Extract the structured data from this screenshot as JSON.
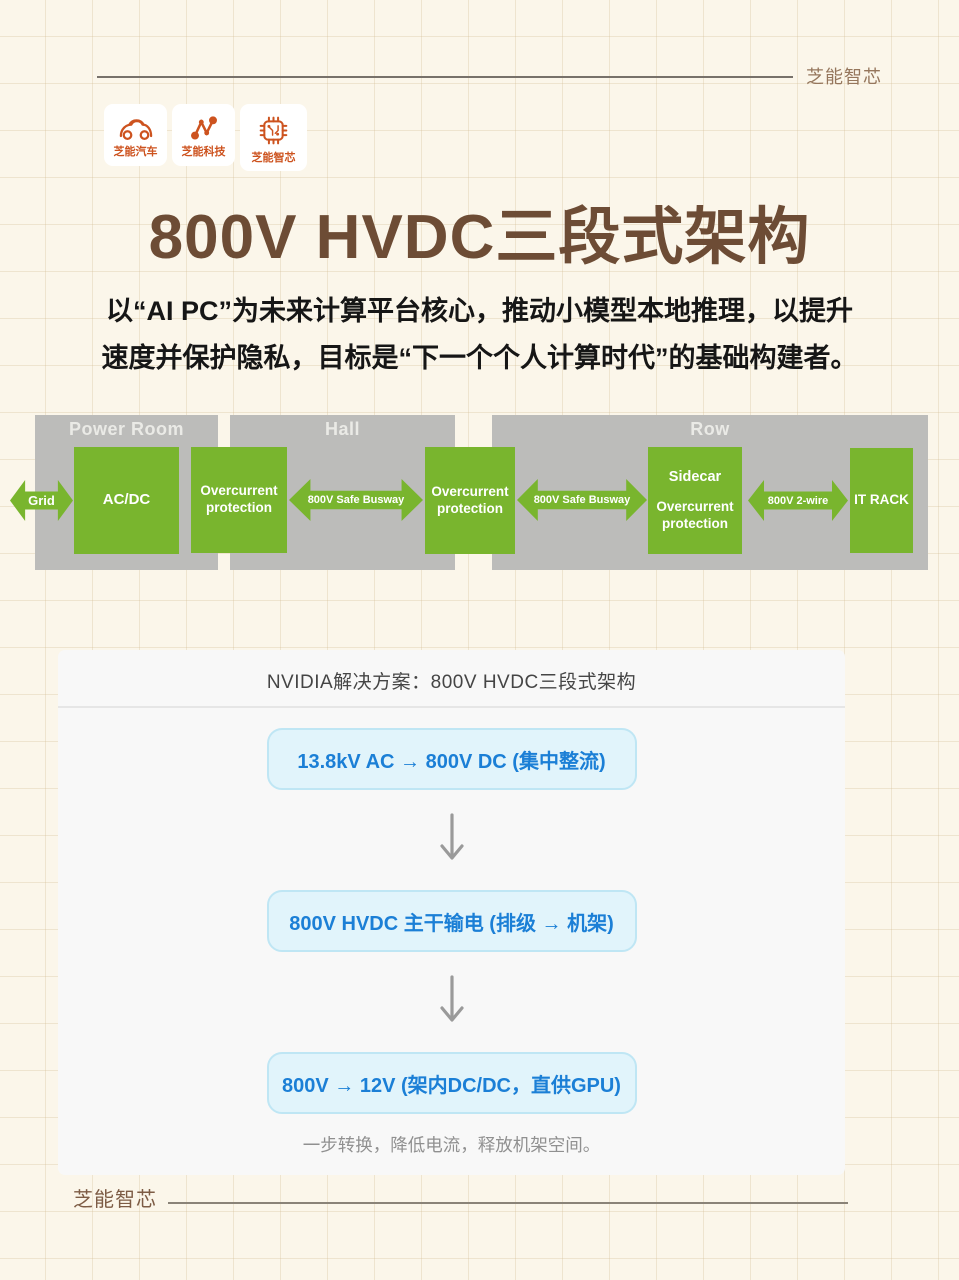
{
  "header": {
    "brand": "芝能智芯"
  },
  "logos": {
    "items": [
      {
        "label": "芝能汽车",
        "icon": "car-icon"
      },
      {
        "label": "芝能科技",
        "icon": "network-icon"
      },
      {
        "label": "芝能智芯",
        "icon": "chip-icon"
      }
    ]
  },
  "title": "800V HVDC三段式架构",
  "intro": {
    "line1": "以“AI PC”为未来计算平台核心，推动小模型本地推理，以提升",
    "line2": "速度并保护隐私，目标是“下一个个人计算时代”的基础构建者。"
  },
  "diagram": {
    "zones": [
      "Power Room",
      "Hall",
      "Row"
    ],
    "grid_arrow": "Grid",
    "nodes": {
      "acdc": "AC/DC",
      "overcurrent1": "Overcurrent protection",
      "overcurrent2": "Overcurrent protection",
      "sidecar_title": "Sidecar",
      "sidecar_sub": "Overcurrent protection",
      "it_rack": "IT RACK"
    },
    "links": {
      "busway1": "800V Safe Busway",
      "busway2": "800V Safe Busway",
      "two_wire": "800V 2-wire"
    }
  },
  "solution_card": {
    "title": "NVIDIA解决方案：800V HVDC三段式架构",
    "steps": [
      "13.8kV AC → 800V DC (集中整流)",
      "800V HVDC 主干输电 (排级 → 机架)",
      "800V → 12V (架内DC/DC，直供GPU)"
    ],
    "note": "一步转换，降低电流，释放机架空间。"
  },
  "footer": {
    "brand": "芝能智芯"
  },
  "colors": {
    "background_cream": "#fbf6ea",
    "brand_orange": "#cd531f",
    "title_brown": "#6d4c35",
    "diagram_green": "#79b52e",
    "zone_gray": "#bcbcba",
    "flow_blue_text": "#1b7fd6",
    "flow_blue_bg": "#e1f4fb",
    "flow_blue_border": "#bfe6f4"
  }
}
